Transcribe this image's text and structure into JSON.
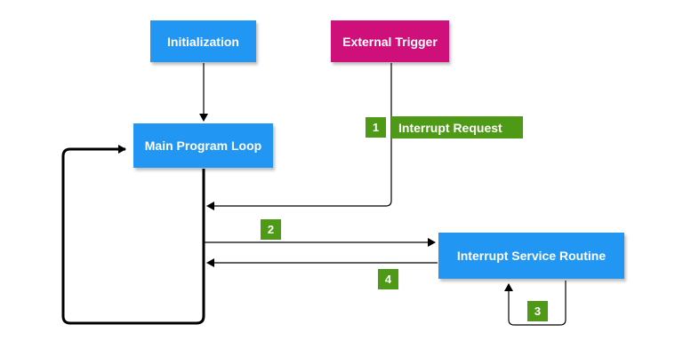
{
  "nodes": {
    "initialization": "Initialization",
    "external_trigger": "External Trigger",
    "main_loop": "Main Program Loop",
    "isr": "Interrupt Service Routine"
  },
  "steps": {
    "step1_number": "1",
    "step1_label": "Interrupt Request",
    "step2_number": "2",
    "step3_number": "3",
    "step4_number": "4"
  },
  "colors": {
    "node_blue": "#2196f3",
    "node_pink": "#d0107a",
    "badge_green": "#4e9a17",
    "edge": "#000000"
  }
}
